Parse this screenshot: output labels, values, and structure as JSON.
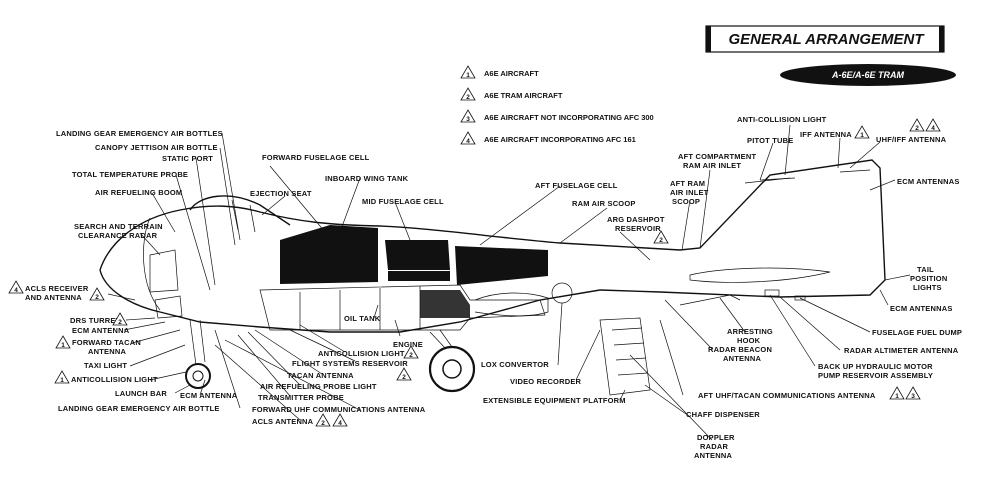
{
  "header": {
    "title": "GENERAL ARRANGEMENT",
    "subtitle": "A-6E/A-6E TRAM"
  },
  "legend": [
    {
      "num": "1",
      "text": "A6E AIRCRAFT"
    },
    {
      "num": "2",
      "text": "A6E TRAM AIRCRAFT"
    },
    {
      "num": "3",
      "text": "A6E AIRCRAFT NOT INCORPORATING AFC 300"
    },
    {
      "num": "4",
      "text": "A6E AIRCRAFT INCORPORATING AFC 161"
    }
  ],
  "labels": {
    "landing_gear_emergency_air_bottles": "LANDING GEAR EMERGENCY AIR BOTTLES",
    "canopy_jettison_air_bottle": "CANOPY JETTISON AIR BOTTLE",
    "static_port": "STATIC PORT",
    "total_temperature_probe": "TOTAL TEMPERATURE PROBE",
    "air_refueling_boom": "AIR REFUELING BOOM",
    "search_and_terrain_1": "SEARCH AND TERRAIN",
    "search_and_terrain_2": "CLEARANCE RADAR",
    "acls_receiver_1": "ACLS RECEIVER",
    "acls_receiver_2": "AND ANTENNA",
    "drs_turret": "DRS TURRET",
    "ecm_antenna_fwd": "ECM ANTENNA",
    "forward_tacan_1": "FORWARD TACAN",
    "forward_tacan_2": "ANTENNA",
    "taxi_light": "TAXI LIGHT",
    "anticollision_light_lower": "ANTICOLLISION LIGHT",
    "launch_bar": "LAUNCH BAR",
    "ecm_antenna_lower": "ECM ANTENNA",
    "landing_gear_emergency_air_bottle": "LANDING GEAR EMERGENCY AIR BOTTLE",
    "forward_fuselage_cell": "FORWARD FUSELAGE CELL",
    "ejection_seat": "EJECTION SEAT",
    "inboard_wing_tank": "INBOARD WING TANK",
    "mid_fuselage_cell": "MID FUSELAGE CELL",
    "aft_fuselage_cell": "AFT FUSELAGE CELL",
    "ram_air_scoop": "RAM AIR SCOOP",
    "arg_dashpot_1": "ARG DASHPOT",
    "arg_dashpot_2": "RESERVOIR",
    "aft_ram_1": "AFT RAM",
    "aft_ram_2": "AIR INLET",
    "aft_ram_3": "SCOOP",
    "aft_compartment_1": "AFT COMPARTMENT",
    "aft_compartment_2": "RAM AIR INLET",
    "anti_collision_light_top": "ANTI-COLLISION LIGHT",
    "pitot_tube": "PITOT TUBE",
    "iff_antenna": "IFF ANTENNA",
    "uhf_iff_antenna": "UHF/IFF ANTENNA",
    "ecm_antennas_top": "ECM ANTENNAS",
    "tail_position_1": "TAIL",
    "tail_position_2": "POSITION",
    "tail_position_3": "LIGHTS",
    "ecm_antennas_bottom": "ECM ANTENNAS",
    "fuselage_fuel_dump": "FUSELAGE FUEL DUMP",
    "radar_altimeter_antenna": "RADAR ALTIMETER ANTENNA",
    "back_up_hydraulic_1": "BACK UP HYDRAULIC MOTOR",
    "back_up_hydraulic_2": "PUMP RESERVOIR ASSEMBLY",
    "arresting_hook_1": "ARRESTING",
    "arresting_hook_2": "HOOK",
    "radar_beacon_1": "RADAR BEACON",
    "radar_beacon_2": "ANTENNA",
    "oil_tank": "OIL TANK",
    "engine": "ENGINE",
    "anticollision_light_mid": "ANTICOLLISION LIGHT",
    "flight_systems_reservoir": "FLIGHT SYSTEMS RESERVOIR",
    "tacan_antenna": "TACAN ANTENNA",
    "air_refueling_probe_light": "AIR REFUELING PROBE LIGHT",
    "transmitter_probe": "TRANSMITTER PROBE",
    "forward_uhf": "FORWARD UHF COMMUNICATIONS ANTENNA",
    "acls_antenna": "ACLS ANTENNA",
    "lox_convertor": "LOX CONVERTOR",
    "video_recorder": "VIDEO RECORDER",
    "extensible_equipment_platform": "EXTENSIBLE EQUIPMENT PLATFORM",
    "aft_uhf_tacan": "AFT UHF/TACAN COMMUNICATIONS ANTENNA",
    "chaff_dispenser": "CHAFF DISPENSER",
    "doppler_1": "DOPPLER",
    "doppler_2": "RADAR",
    "doppler_3": "ANTENNA"
  }
}
